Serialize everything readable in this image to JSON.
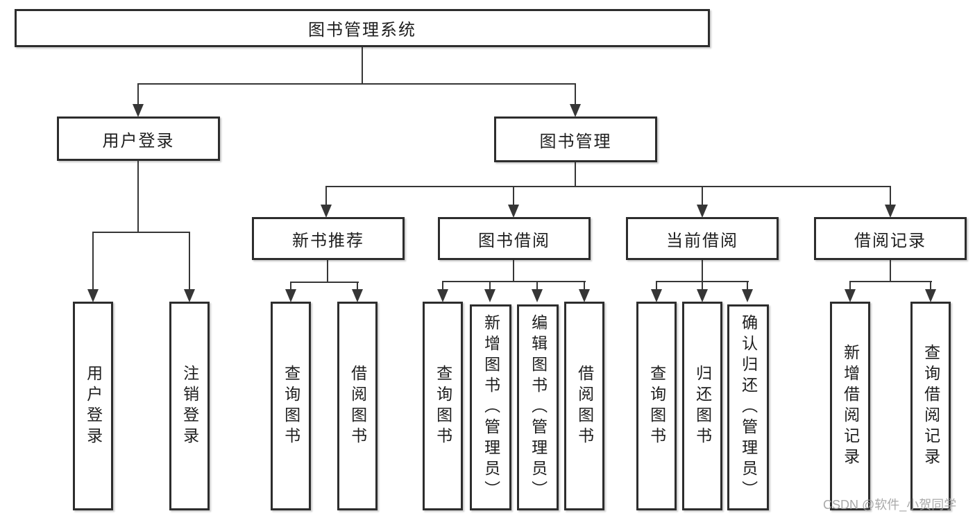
{
  "colors": {
    "line": "#363636",
    "box_border": "#2d2d2d",
    "text": "#1e1e1e",
    "watermark": "#a0a0a0",
    "background": "#ffffff"
  },
  "watermark": "CSDN @软件_小贺同学",
  "tree": {
    "label": "图书管理系统",
    "children": [
      {
        "label": "用户登录",
        "children": [
          {
            "label": "用户登录"
          },
          {
            "label": "注销登录"
          }
        ]
      },
      {
        "label": "图书管理",
        "children": [
          {
            "label": "新书推荐",
            "children": [
              {
                "label": "查询图书"
              },
              {
                "label": "借阅图书"
              }
            ]
          },
          {
            "label": "图书借阅",
            "children": [
              {
                "label": "查询图书"
              },
              {
                "label": "新增图书（管理员）"
              },
              {
                "label": "编辑图书（管理员）"
              },
              {
                "label": "借阅图书"
              }
            ]
          },
          {
            "label": "当前借阅",
            "children": [
              {
                "label": "查询图书"
              },
              {
                "label": "归还图书"
              },
              {
                "label": "确认归还（管理员）"
              }
            ]
          },
          {
            "label": "借阅记录",
            "children": [
              {
                "label": "新增借阅记录"
              },
              {
                "label": "查询借阅记录"
              }
            ]
          }
        ]
      }
    ]
  }
}
